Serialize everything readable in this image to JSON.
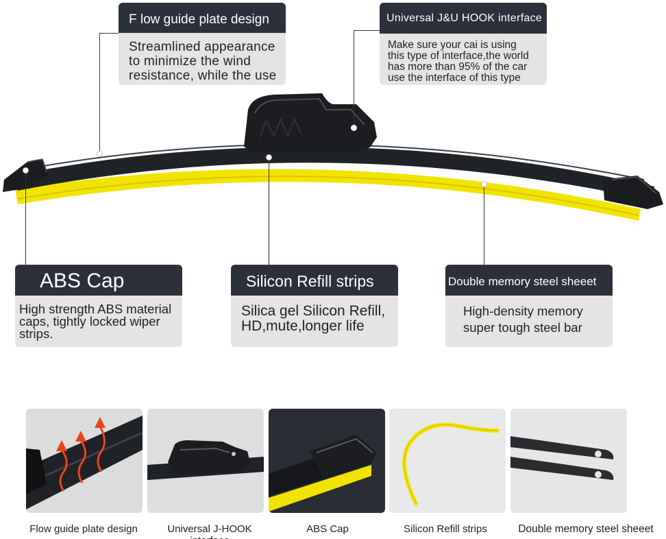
{
  "callouts": {
    "flow_guide": {
      "title": "F low guide plate design",
      "body": [
        "Streamlined appearance",
        "to minimize the wind",
        "resistance, while the use"
      ]
    },
    "j_hook": {
      "title": "Universal J&U HOOK interface",
      "body": [
        "Make sure your cai is using",
        "this type of interface,the world",
        "has more than 95% of the car",
        "use the interface of this type"
      ]
    },
    "abs_cap": {
      "title": "ABS Cap",
      "body": [
        "High strength ABS material",
        "caps, tightly locked wiper",
        "strips."
      ]
    },
    "silicon_refill": {
      "title": "Silicon Refill strips",
      "body": [
        "Silica gel Silicon Refill,",
        "HD,mute,longer life"
      ]
    },
    "steel_bar": {
      "title": "Double memory steel sheeet",
      "body": [
        "High-density memory",
        "super tough steel bar"
      ]
    }
  },
  "thumbnails": [
    {
      "caption": "Flow guide plate design"
    },
    {
      "caption": "Universal J-HOOK interface"
    },
    {
      "caption": "ABS Cap"
    },
    {
      "caption": "Silicon Refill strips"
    },
    {
      "caption": "Double memory steel sheeet"
    }
  ],
  "colors": {
    "callout_header": "#2c303b",
    "callout_body": "#e6e3e3",
    "rubber": "#f2e400",
    "frame": "#1f2226"
  }
}
